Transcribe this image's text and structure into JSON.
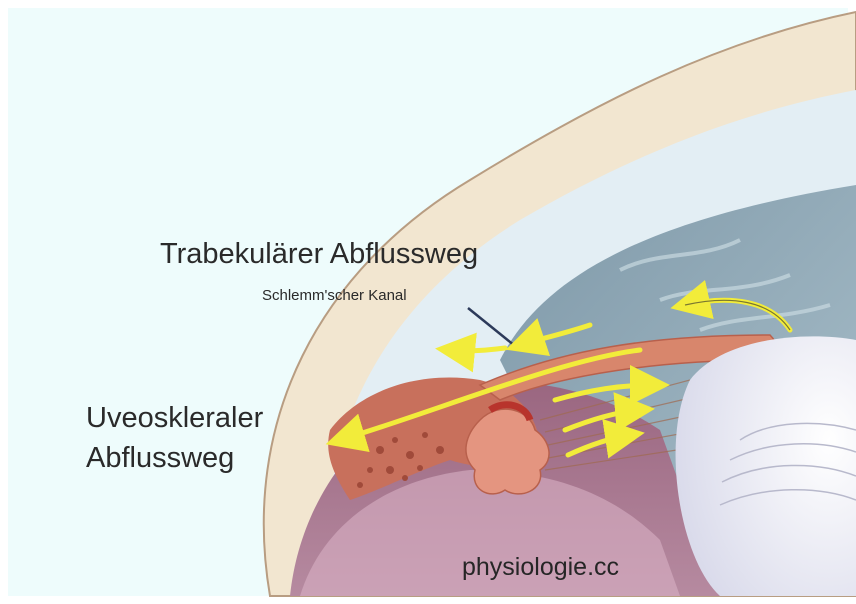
{
  "labels": {
    "trabecular_pathway": "Trabekulärer Abflussweg",
    "schlemm_canal": "Schlemm'scher Kanal",
    "uveoscleral_line1": "Uveoskleraler",
    "uveoscleral_line2": "Abflussweg"
  },
  "watermark": "physiologie.cc",
  "colors": {
    "background": "#eefcfc",
    "cornea_outer": "#f2e6d0",
    "cornea_inner": "#e3eef4",
    "anterior_chamber": "#8fa8b5",
    "iris": "#d8866c",
    "ciliary_body": "#c8705c",
    "sclera_purple": "#a2708a",
    "lens": "#e8e8f2",
    "arrows": "#f2ec3a"
  }
}
